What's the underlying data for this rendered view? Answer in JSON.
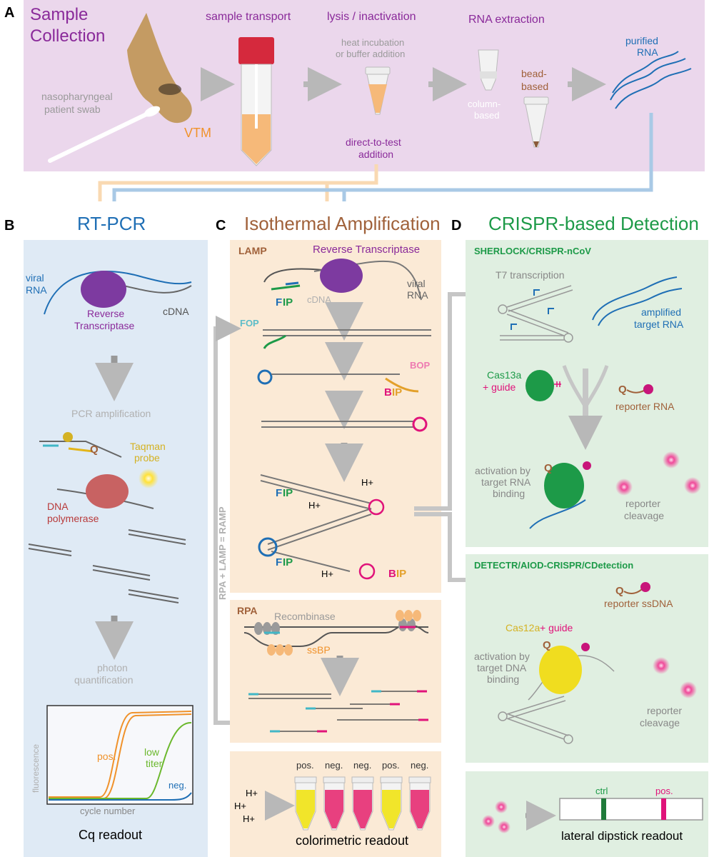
{
  "panels": {
    "A": {
      "letter": "A",
      "title_line1": "Sample",
      "title_line2": "Collection"
    },
    "B": {
      "letter": "B",
      "title": "RT-PCR"
    },
    "C": {
      "letter": "C",
      "title": "Isothermal Amplification"
    },
    "D": {
      "letter": "D",
      "title": "CRISPR-based Detection"
    }
  },
  "sample": {
    "swab_line1": "nasopharyngeal",
    "swab_line2": "patient swab",
    "transport": "sample transport",
    "vtm": "VTM",
    "lysis": "lysis / inactivation",
    "heat_line1": "heat incubation",
    "heat_line2": "or buffer addition",
    "direct_line1": "direct-to-test",
    "direct_line2": "addition",
    "extraction": "RNA extraction",
    "column_line1": "column-",
    "column_line2": "based",
    "bead_line1": "bead-",
    "bead_line2": "based",
    "purified_line1": "purified",
    "purified_line2": "RNA"
  },
  "rtpcr": {
    "viral_line1": "viral",
    "viral_line2": "RNA",
    "rt_line1": "Reverse",
    "rt_line2": "Transcriptase",
    "cdna": "cDNA",
    "pcr_amp": "PCR amplification",
    "taqman_line1": "Taqman",
    "taqman_line2": "probe",
    "q": "Q",
    "dnapol_line1": "DNA",
    "dnapol_line2": "polymerase",
    "photon_line1": "photon",
    "photon_line2": "quantification",
    "ylabel": "fluorescence",
    "xlabel": "cycle number",
    "pos": "pos.",
    "low_line1": "low",
    "low_line2": "titer",
    "neg": "neg.",
    "readout": "Cq readout"
  },
  "lamp": {
    "label": "LAMP",
    "rt": "Reverse Transcriptase",
    "viral_line1": "viral",
    "viral_line2": "RNA",
    "cdna": "cDNA",
    "fip_f": "F",
    "fip_ip": "IP",
    "fop": "FOP",
    "bop": "BOP",
    "bip_b": "B",
    "bip_ip": "IP",
    "h1": "H+",
    "h2": "H+",
    "h3": "H+"
  },
  "ramp": "RPA + LAMP = RAMP",
  "rpa": {
    "label": "RPA",
    "recombinase": "Recombinase",
    "ssbp": "ssBP"
  },
  "colorimetric": {
    "h1": "H+",
    "h2": "H+",
    "h3": "H+",
    "tubes": [
      "pos.",
      "neg.",
      "neg.",
      "pos.",
      "neg."
    ],
    "readout": "colorimetric readout"
  },
  "sherlock": {
    "label": "SHERLOCK/CRISPR-nCoV",
    "t7": "T7 transcription",
    "amp_line1": "amplified",
    "amp_line2": "target RNA",
    "cas13_line1": "Cas13a",
    "cas13_line2": "+ guide",
    "q": "Q",
    "reporter": "reporter RNA",
    "act_line1": "activation by",
    "act_line2": "target RNA",
    "act_line3": "binding",
    "cleave_line1": "reporter",
    "cleave_line2": "cleavage"
  },
  "detectr": {
    "label": "DETECTR/AIOD-CRISPR/CDetection",
    "q": "Q",
    "reporter": "reporter ssDNA",
    "cas12": "Cas12a",
    "guide": " + guide",
    "act_line1": "activation by",
    "act_line2": "target DNA",
    "act_line3": "binding",
    "cleave_line1": "reporter",
    "cleave_line2": "cleavage"
  },
  "dipstick": {
    "ctrl": "ctrl",
    "pos": "pos.",
    "readout": "lateral dipstick readout"
  }
}
